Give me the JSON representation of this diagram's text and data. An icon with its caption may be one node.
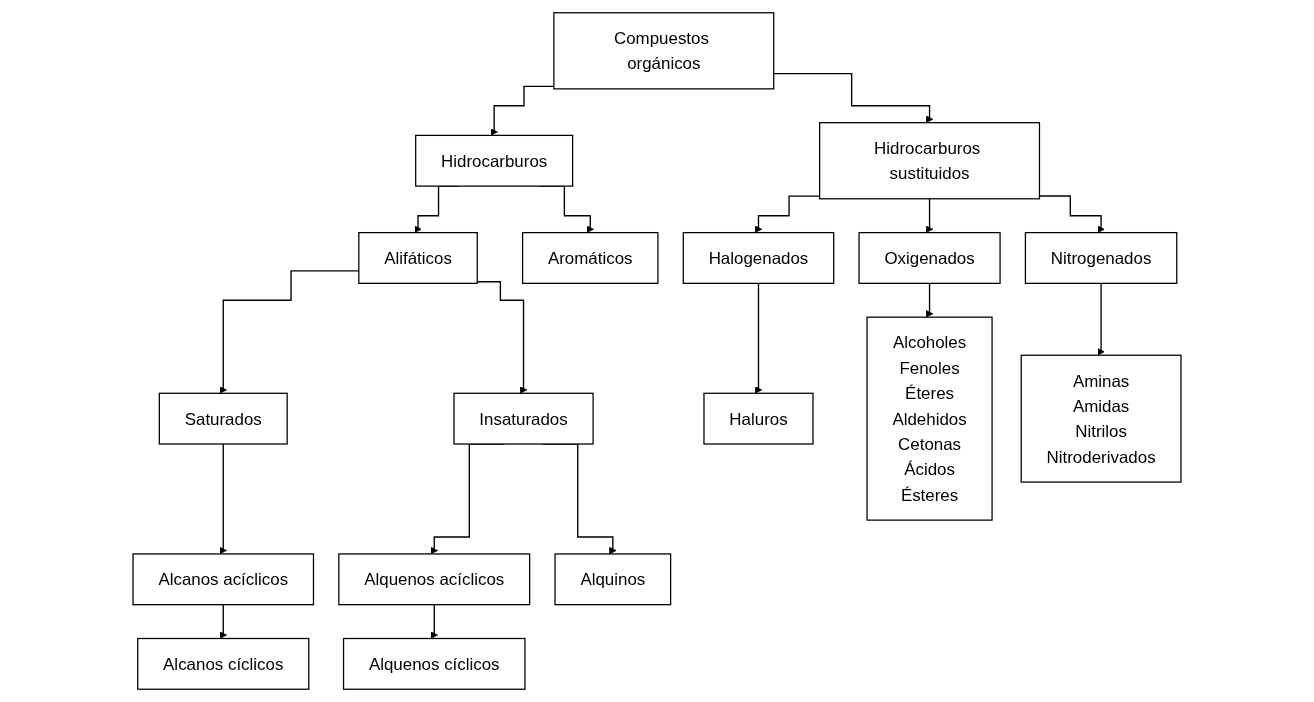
{
  "diagram": {
    "nodes": [
      {
        "text": [
          "Compuestos orgánicos"
        ]
      },
      {
        "text": [
          "Hidrocarburos"
        ]
      },
      {
        "text": [
          "Hidrocarburos sustituidos"
        ]
      },
      {
        "text": [
          "Alifáticos"
        ]
      },
      {
        "text": [
          "Aromáticos"
        ]
      },
      {
        "text": [
          "Saturados"
        ]
      },
      {
        "text": [
          "Insaturados"
        ]
      },
      {
        "text": [
          "Alcanos acíclicos"
        ]
      },
      {
        "text": [
          "Alcanos cíclicos"
        ]
      },
      {
        "text": [
          "Alquenos acíclicos"
        ]
      },
      {
        "text": [
          "Alquinos"
        ]
      },
      {
        "text": [
          "Alquenos cíclicos"
        ]
      },
      {
        "text": [
          "Halogenados"
        ]
      },
      {
        "text": [
          "Oxigenados"
        ]
      },
      {
        "text": [
          "Nitrogenados"
        ]
      },
      {
        "text": [
          "Haluros"
        ]
      },
      {
        "text": [
          "Alcoholes",
          "Fenoles",
          "Éteres",
          "Aldehidos",
          "Cetonas",
          "Ácidos",
          "Ésteres"
        ]
      },
      {
        "text": [
          "Aminas",
          "Amidas",
          "Nitrilos",
          "Nitroderivados"
        ]
      }
    ],
    "edges": [
      {
        "from": 0,
        "to": 1,
        "arrow": "to"
      },
      {
        "from": 0,
        "to": 2,
        "arrow": "to"
      },
      {
        "from": 1,
        "to": 3,
        "arrow": "to"
      },
      {
        "from": 1,
        "to": 4,
        "arrow": "to"
      },
      {
        "from": 3,
        "to": 5,
        "arrow": "to"
      },
      {
        "from": 3,
        "to": 6,
        "arrow": "to"
      },
      {
        "from": 5,
        "to": 7,
        "arrow": "to"
      },
      {
        "from": 7,
        "to": 8,
        "arrow": "to"
      },
      {
        "from": 6,
        "to": 9,
        "arrow": "to"
      },
      {
        "from": 6,
        "to": 10,
        "arrow": "to"
      },
      {
        "from": 9,
        "to": 11,
        "arrow": "to"
      },
      {
        "from": 2,
        "to": 12,
        "arrow": "to"
      },
      {
        "from": 2,
        "to": 13,
        "arrow": "to"
      },
      {
        "from": 2,
        "to": 14,
        "arrow": "to"
      },
      {
        "from": 12,
        "to": 15,
        "arrow": "to"
      },
      {
        "from": 13,
        "to": 16,
        "arrow": "to"
      },
      {
        "from": 14,
        "to": 17,
        "arrow": "to"
      }
    ]
  }
}
